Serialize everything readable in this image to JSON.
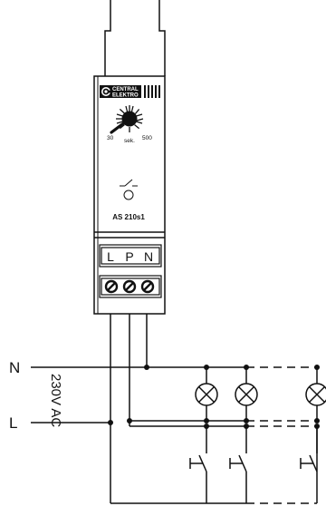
{
  "device": {
    "brand_line1": "CENTRAL",
    "brand_line2": "ELEKTRO",
    "dial_min": "30",
    "dial_unit": "sek.",
    "dial_max": "500",
    "model": "AS 210s1",
    "terminals": [
      "L",
      "P",
      "N"
    ]
  },
  "supply": {
    "neutral_label": "N",
    "live_label": "L",
    "voltage_label": "230V AC"
  },
  "colors": {
    "line": "#111111",
    "brand_bg": "#111111"
  }
}
